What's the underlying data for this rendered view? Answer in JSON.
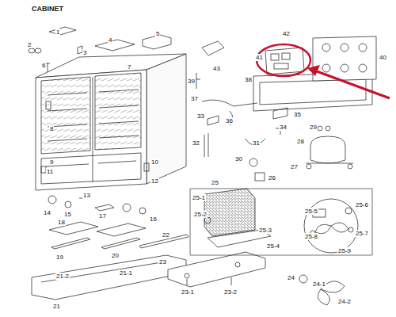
{
  "diagram": {
    "title": "CABINET",
    "labels": [
      "1",
      "2",
      "3",
      "4",
      "5",
      "6",
      "7",
      "42",
      "43",
      "41",
      "40",
      "39",
      "38",
      "37",
      "33",
      "36",
      "35",
      "8",
      "34",
      "29",
      "28",
      "32",
      "31",
      "9",
      "10",
      "30",
      "27",
      "11",
      "12",
      "26",
      "25",
      "14",
      "15",
      "13",
      "25-1",
      "25-2",
      "25-5",
      "25-6",
      "16",
      "17",
      "18",
      "25-3",
      "25-8",
      "25-7",
      "25-4",
      "25-9",
      "22",
      "19",
      "20",
      "23",
      "21-1",
      "21-2",
      "23-1",
      "23-2",
      "24",
      "24-1",
      "24-2",
      "21"
    ]
  }
}
